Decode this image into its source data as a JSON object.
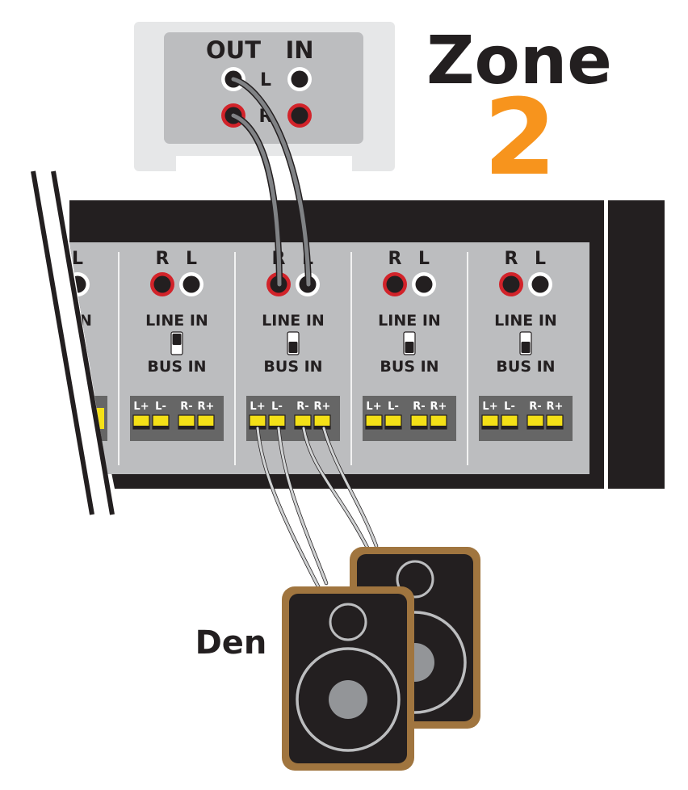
{
  "source": {
    "out_label": "OUT",
    "in_label": "IN",
    "left_label": "L",
    "right_label": "R"
  },
  "zone": {
    "word": "Zone",
    "number": "2",
    "number_color": "#f7941d"
  },
  "partial_channel": {
    "top_label": "L",
    "mid_label": "N"
  },
  "channels": [
    {
      "r_label": "R",
      "l_label": "L",
      "line_label": "LINE IN",
      "bus_label": "BUS IN",
      "switch_state": "line",
      "terminals": [
        "L+",
        "L-",
        "R-",
        "R+"
      ]
    },
    {
      "r_label": "R",
      "l_label": "L",
      "line_label": "LINE IN",
      "bus_label": "BUS IN",
      "switch_state": "bus",
      "terminals": [
        "L+",
        "L-",
        "R-",
        "R+"
      ]
    },
    {
      "r_label": "R",
      "l_label": "L",
      "line_label": "LINE IN",
      "bus_label": "BUS IN",
      "switch_state": "bus",
      "terminals": [
        "L+",
        "L-",
        "R-",
        "R+"
      ]
    },
    {
      "r_label": "R",
      "l_label": "L",
      "line_label": "LINE IN",
      "bus_label": "BUS IN",
      "switch_state": "bus",
      "terminals": [
        "L+",
        "L-",
        "R-",
        "R+"
      ]
    }
  ],
  "speakers": {
    "label": "Den",
    "cabinet_color": "#231f20",
    "trim_color": "#a0753f"
  },
  "colors": {
    "rca_red": "#d2232a",
    "terminal_yellow": "#f4e017",
    "panel_gray": "#bcbdbf",
    "chassis_black": "#231f20"
  }
}
